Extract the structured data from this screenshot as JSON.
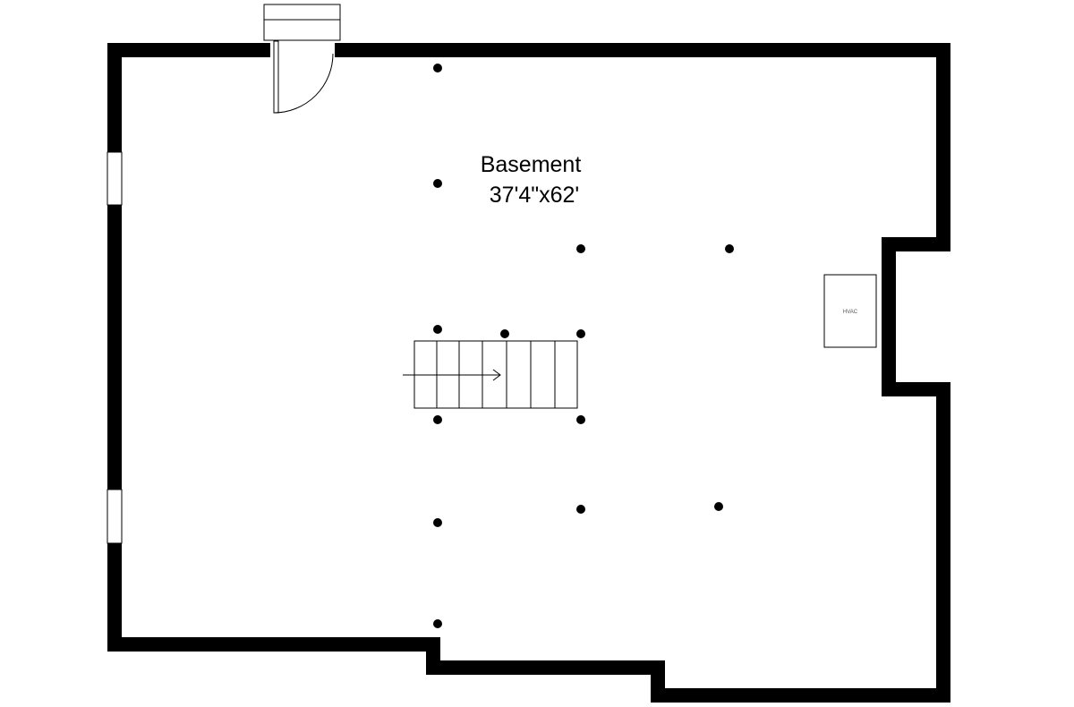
{
  "room": {
    "name": "Basement",
    "dimensions": "37'4\"x62'"
  },
  "hvac": {
    "label": "HVAC"
  },
  "colors": {
    "wall": "#000000",
    "background": "#ffffff"
  },
  "icons": {
    "door": "door-swing-icon",
    "stairs": "stairs-icon",
    "window": "window-icon",
    "post": "support-post-icon"
  }
}
